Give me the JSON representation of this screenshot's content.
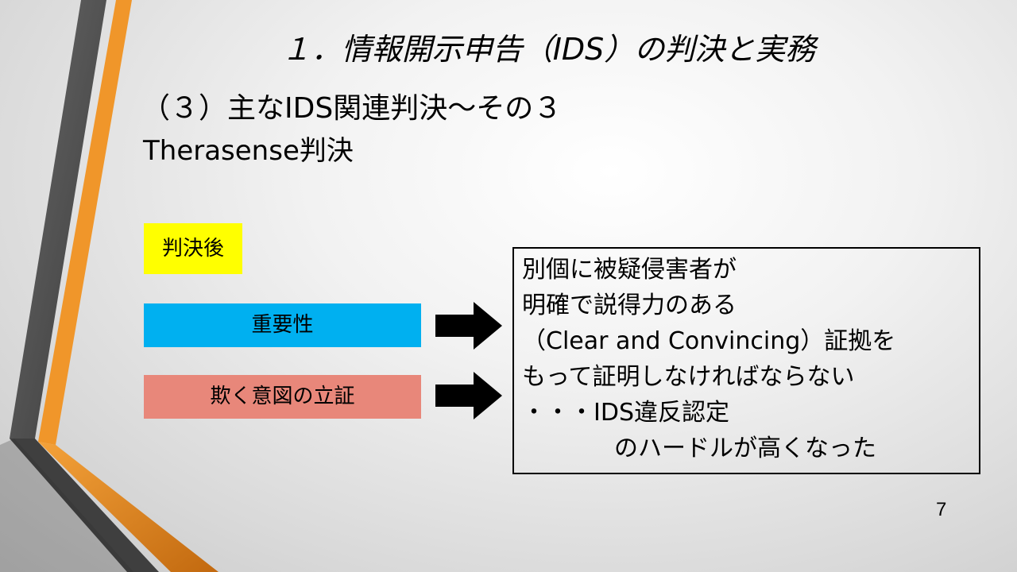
{
  "slide": {
    "title": "１．情報開示申告（IDS）の判決と実務",
    "subtitle": "（３）主なIDS関連判決～その３",
    "subtitle2": "Therasense判決",
    "label_after": "判決後",
    "materiality": "重要性",
    "intent": "欺く意図の立証",
    "explanation": [
      "別個に被疑侵害者が",
      "明確で説得力のある",
      "（Clear and Convincing）証拠を",
      "もって証明しなければならない",
      "・・・IDS違反認定",
      "のハードルが高くなった"
    ],
    "page_number": "7"
  },
  "colors": {
    "highlight_yellow": "#ffff00",
    "cyan_box": "#00b0f0",
    "salmon_box": "#e8877a",
    "accent_orange": "#f0962a",
    "accent_gray": "#5a5a5a"
  },
  "icons": {
    "arrow": "right-arrow-icon"
  }
}
